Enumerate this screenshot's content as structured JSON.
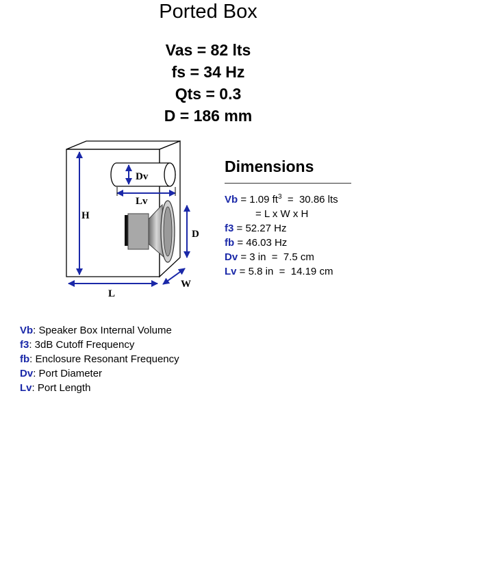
{
  "title": "Ported Box",
  "params": [
    "Vas = 82 lts",
    "fs = 34 Hz",
    "Qts = 0.3",
    "D = 186 mm"
  ],
  "diagram_labels": {
    "height": "H",
    "length": "L",
    "width": "W",
    "depth": "D",
    "port_diameter": "Dv",
    "port_length": "Lv"
  },
  "colors": {
    "accent": "#1a28a8",
    "arrow": "#1a28a8"
  },
  "dimensions": {
    "heading": "Dimensions",
    "vb": {
      "key": "Vb",
      "text": " = 1.09 ft",
      "sup": "3",
      "text2": "  =  30.86 lts",
      "formula": "= L x W x H"
    },
    "f3": {
      "key": "f3",
      "text": " = 52.27 Hz"
    },
    "fb": {
      "key": "fb",
      "text": " = 46.03 Hz"
    },
    "dv": {
      "key": "Dv",
      "text": " = 3 in  =  7.5 cm"
    },
    "lv": {
      "key": "Lv",
      "text": " = 5.8 in  =  14.19 cm"
    }
  },
  "legend": [
    {
      "key": "Vb",
      "text": ": Speaker Box Internal Volume"
    },
    {
      "key": "f3",
      "text": ": 3dB Cutoff Frequency"
    },
    {
      "key": "fb",
      "text": ": Enclosure Resonant Frequency"
    },
    {
      "key": "Dv",
      "text": ": Port Diameter"
    },
    {
      "key": "Lv",
      "text": ": Port Length"
    }
  ]
}
